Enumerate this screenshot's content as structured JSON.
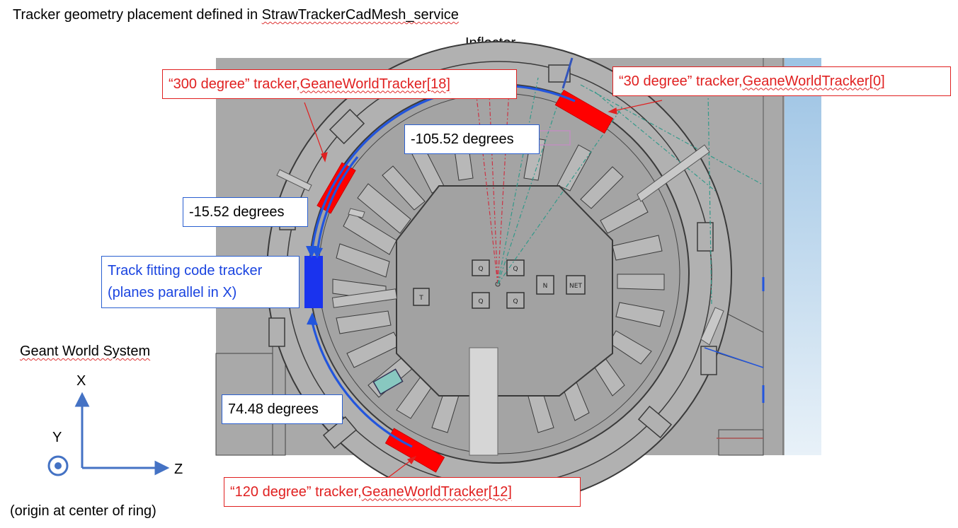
{
  "title": {
    "prefix": "Tracker geometry placement defined in ",
    "service": "StrawTrackerCadMesh_service"
  },
  "inflector_label": "Inflector",
  "trackers": {
    "t300": {
      "prefix": "“300 degree” tracker, ",
      "name": "GeaneWorldTracker[18]"
    },
    "t30": {
      "prefix": "“30 degree” tracker, ",
      "name": "GeaneWorldTracker[0]"
    },
    "t120": {
      "prefix": "“120 degree” tracker, ",
      "name": "GeaneWorldTracker[12]"
    }
  },
  "angles": {
    "a1": "-105.52 degrees",
    "a2": "-15.52 degrees",
    "a3": "74.48 degrees"
  },
  "track_fitting": {
    "line1": "Track fitting code tracker",
    "line2": "(planes parallel in X)"
  },
  "coord_system": {
    "title": "Geant World System",
    "x_label": "X",
    "y_label": "Y",
    "z_label": "Z",
    "origin_note": "(origin at center of ring)"
  },
  "colors": {
    "annotation_red": "#e02020",
    "arc_blue": "#2255dd",
    "axis_blue": "#4472c4",
    "cad_gray": "#a9a9a9"
  }
}
